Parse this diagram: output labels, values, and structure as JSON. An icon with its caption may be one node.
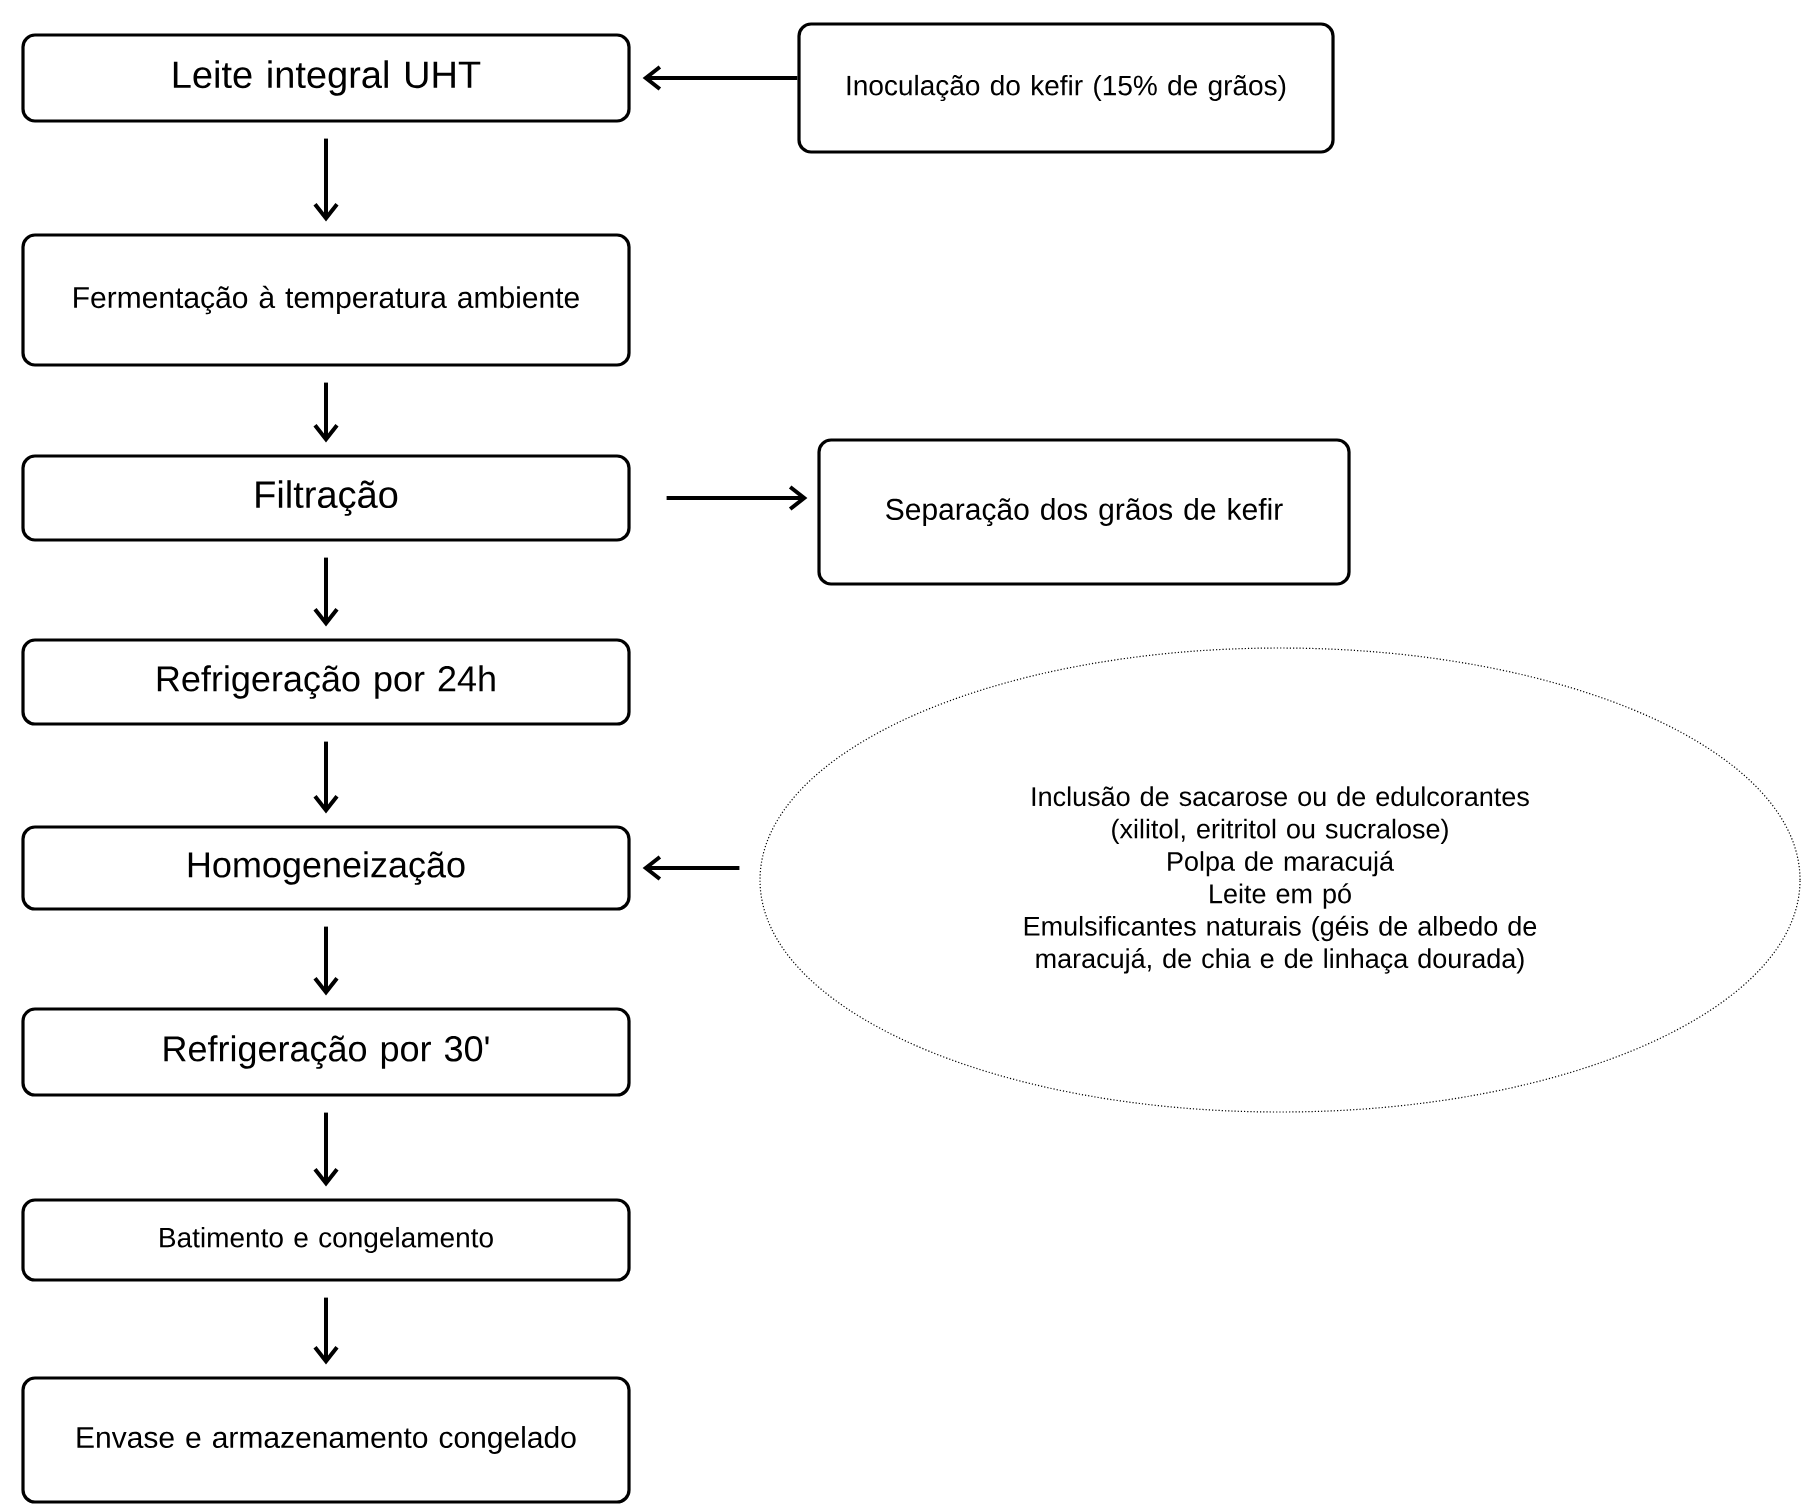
{
  "diagram": {
    "nodes": [
      {
        "text": [
          "Leite integral UHT"
        ]
      },
      {
        "text": [
          "Inoculação do kefir (15% de grãos)"
        ]
      },
      {
        "text": [
          "Fermentação à temperatura ambiente"
        ]
      },
      {
        "text": [
          "Filtração"
        ]
      },
      {
        "text": [
          "Separação dos grãos de kefir"
        ]
      },
      {
        "text": [
          "Refrigeração por 24h"
        ]
      },
      {
        "text": [
          "Homogeneização"
        ]
      },
      {
        "text": [
          "Inclusão de sacarose ou de edulcorantes (xilitol, eritritol ou sucralose)",
          "Polpa de maracujá",
          "Leite em pó",
          "Emulsificantes naturais (géis de albedo de maracujá, de chia e de linhaça dourada)"
        ]
      },
      {
        "text": [
          "Refrigeração por 30'"
        ]
      },
      {
        "text": [
          "Batimento e congelamento"
        ]
      },
      {
        "text": [
          "Envase e armazenamento congelado"
        ]
      }
    ],
    "edges": [
      {
        "from": 1,
        "to": 0,
        "arrow": "to"
      },
      {
        "from": 0,
        "to": 2,
        "arrow": "to"
      },
      {
        "from": 2,
        "to": 3,
        "arrow": "to"
      },
      {
        "from": 3,
        "to": 4,
        "arrow": "to"
      },
      {
        "from": 3,
        "to": 5,
        "arrow": "to"
      },
      {
        "from": 5,
        "to": 6,
        "arrow": "to"
      },
      {
        "from": 7,
        "to": 6,
        "arrow": "to"
      },
      {
        "from": 6,
        "to": 8,
        "arrow": "to"
      },
      {
        "from": 8,
        "to": 9,
        "arrow": "to"
      },
      {
        "from": 9,
        "to": 10,
        "arrow": "to"
      }
    ]
  }
}
